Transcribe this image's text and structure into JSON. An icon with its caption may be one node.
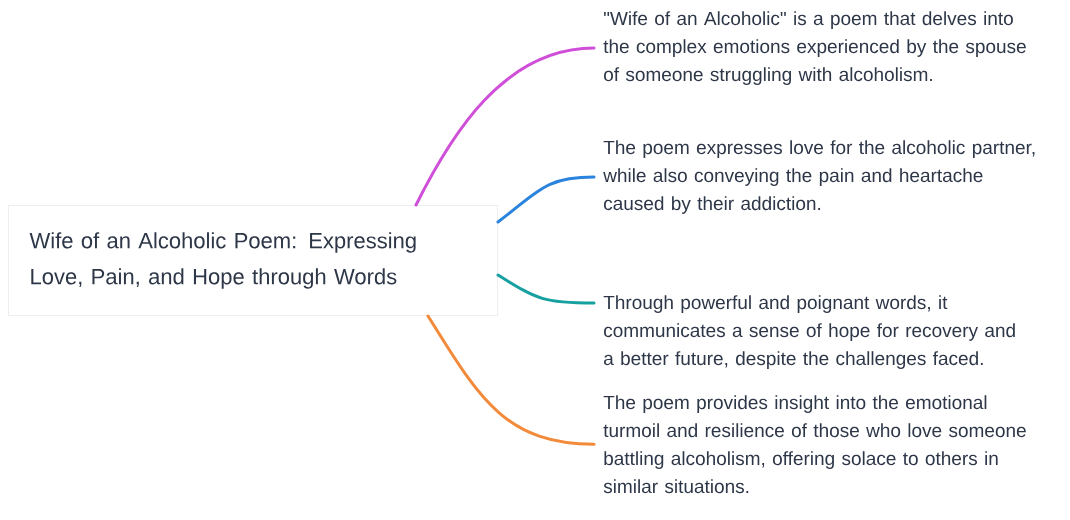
{
  "diagram": {
    "nodes": [
      {
        "text": [
          "Wife of an Alcoholic Poem: Expressing Love, Pain, and Hope through Words"
        ]
      },
      {
        "text": [
          "\"Wife of an Alcoholic\" is a poem that delves into the complex emotions experienced by the spouse of someone struggling with alcoholism."
        ]
      },
      {
        "text": [
          "The poem expresses love for the alcoholic partner, while also conveying the pain and heartache caused by their addiction."
        ]
      },
      {
        "text": [
          "Through powerful and poignant words, it communicates a sense of hope for recovery and a better future, despite the challenges faced."
        ]
      },
      {
        "text": [
          "The poem provides insight into the emotional turmoil and resilience of those who love someone battling alcoholism, offering solace to others in similar situations."
        ]
      }
    ],
    "edges": [
      {
        "from": 0,
        "to": 1,
        "arrow": "none",
        "color": "#cf4fd8"
      },
      {
        "from": 0,
        "to": 2,
        "arrow": "none",
        "color": "#2a84de"
      },
      {
        "from": 0,
        "to": 3,
        "arrow": "none",
        "color": "#16a1a0"
      },
      {
        "from": 0,
        "to": 4,
        "arrow": "none",
        "color": "#f28a3a"
      }
    ]
  }
}
